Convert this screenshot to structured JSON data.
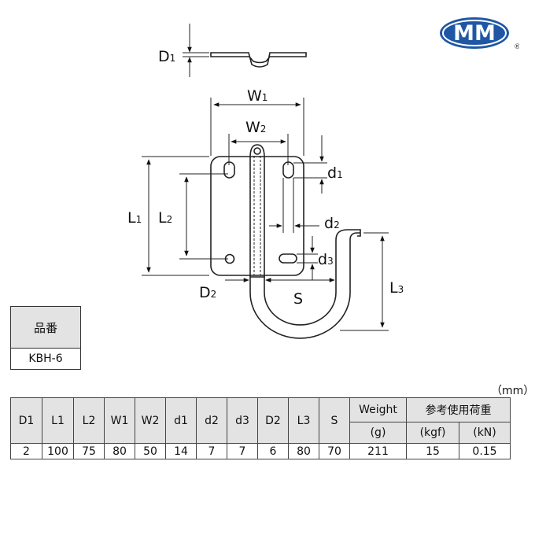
{
  "drawing_labels": {
    "D1": "D",
    "D1_sub": "1",
    "W1": "W",
    "W1_sub": "1",
    "W2": "W",
    "W2_sub": "2",
    "L1": "L",
    "L1_sub": "1",
    "L2": "L",
    "L2_sub": "2",
    "L3": "L",
    "L3_sub": "3",
    "d1": "d",
    "d1_sub": "1",
    "d2": "d",
    "d2_sub": "2",
    "d3": "d",
    "d3_sub": "3",
    "D2": "D",
    "D2_sub": "2",
    "S": "S"
  },
  "logo": {
    "text": "MM",
    "registered": "®",
    "color": "#1f57a5"
  },
  "part_number": {
    "label": "品番",
    "value": "KBH-6"
  },
  "unit_label": "（mm）",
  "table": {
    "headers": [
      "D1",
      "L1",
      "L2",
      "W1",
      "W2",
      "d1",
      "d2",
      "d3",
      "D2",
      "L3",
      "S"
    ],
    "weight_header": "Weight",
    "weight_unit": "(g)",
    "load_header": "参考使用荷重",
    "load_units": [
      "(kgf)",
      "(kN)"
    ],
    "row": [
      "2",
      "100",
      "75",
      "80",
      "50",
      "14",
      "7",
      "7",
      "6",
      "80",
      "70",
      "211",
      "15",
      "0.15"
    ]
  }
}
